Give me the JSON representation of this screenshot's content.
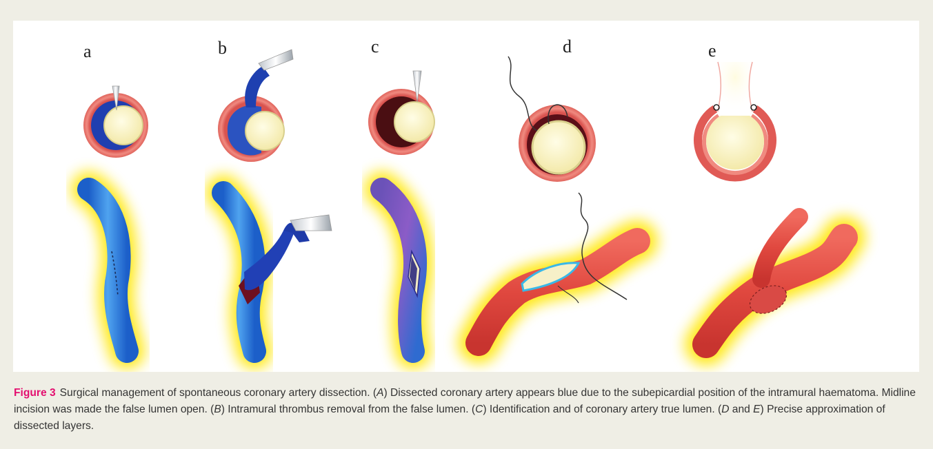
{
  "figure": {
    "panel_labels": [
      "a",
      "b",
      "c",
      "d",
      "e"
    ],
    "caption": {
      "label": "Figure 3",
      "segments": [
        {
          "text": "Surgical management of spontaneous coronary artery dissection. (",
          "italic": false
        },
        {
          "text": "A",
          "italic": true
        },
        {
          "text": ") Dissected coronary artery appears blue due to the subepicardial position of the intramural haematoma. Midline incision was made the false lumen open. (",
          "italic": false
        },
        {
          "text": "B",
          "italic": true
        },
        {
          "text": ") Intramural thrombus removal from the false lumen. (",
          "italic": false
        },
        {
          "text": "C",
          "italic": true
        },
        {
          "text": ") Identification and of coronary artery true lumen. (",
          "italic": false
        },
        {
          "text": "D",
          "italic": true
        },
        {
          "text": " and ",
          "italic": false
        },
        {
          "text": "E",
          "italic": true
        },
        {
          "text": ") Precise approximation of dissected layers.",
          "italic": false
        }
      ]
    },
    "colors": {
      "caption_label": "#e30f6f",
      "vessel_wall": "#e8706a",
      "haematoma_blue": "#1f3fb0",
      "thrombus": "#4a0e12",
      "true_lumen": "#fbf4c8",
      "glow": "#ffe600",
      "artery_red": "#e04a4a"
    }
  }
}
